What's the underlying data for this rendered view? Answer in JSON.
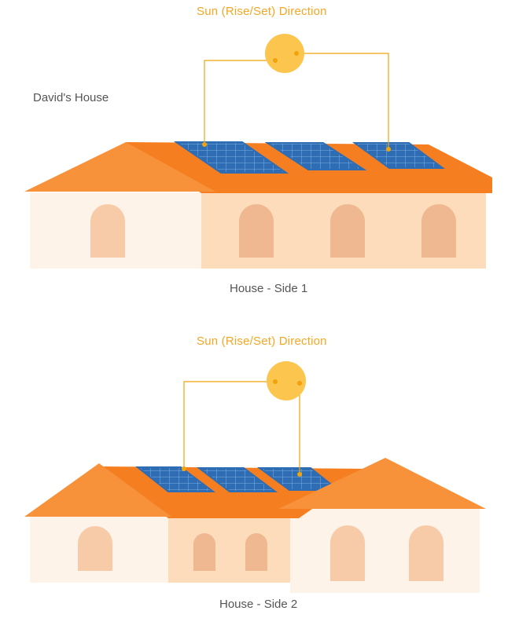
{
  "colors": {
    "title": "#f5a623",
    "sun": "#fcc54d",
    "sun_line": "#f0a30a",
    "roof_light": "#f7923a",
    "roof_dark": "#f57f20",
    "wall_light": "#fdf3e8",
    "wall_dark": "#fcdcbb",
    "window_light": "#f8cba8",
    "window_dark": "#efb891",
    "panel": "#2e6db3",
    "panel_grid": "#7fb0e6",
    "caption": "#555555"
  },
  "side1": {
    "title": "Sun (Rise/Set) Direction",
    "house_name": "David's House",
    "caption": "House - Side 1"
  },
  "side2": {
    "title": "Sun (Rise/Set) Direction",
    "caption": "House - Side 2"
  }
}
